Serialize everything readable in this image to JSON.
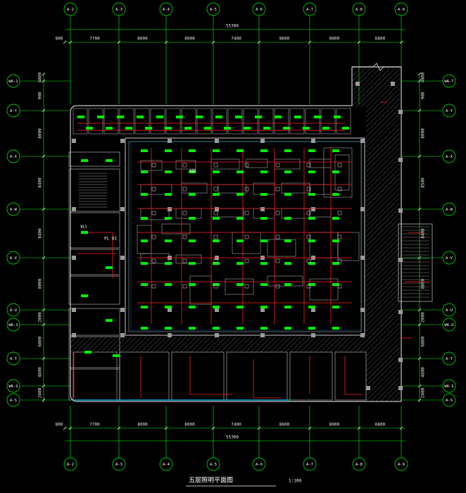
{
  "colors": {
    "background": "#000000",
    "axis_line": "#00ff00",
    "wall": "#c8c8c8",
    "red_circuit": "#ff2020",
    "fixture": "#00ee00",
    "column": "#9a9a9a",
    "hatch": "#6e6e6e",
    "cyan_line": "#00c8ff"
  },
  "top_axes": [
    "A-2",
    "A-3",
    "A-4",
    "A-5",
    "A-6",
    "A-7",
    "A-8",
    "A-9"
  ],
  "bottom_axes": [
    "A-2",
    "A-3",
    "A-4",
    "A-5",
    "A-6",
    "A-7",
    "A-8",
    "A-9"
  ],
  "left_axes": [
    "WA-1",
    "A-Y",
    "A-X",
    "A-W",
    "A-V",
    "A-U",
    "WA-1",
    "A-T",
    "WA-S",
    "A-S"
  ],
  "right_axes": [
    "WA-T",
    "A-Y",
    "A-X",
    "A-W",
    "A-V",
    "A-U",
    "WA-U",
    "A-T",
    "WA-S",
    "A-S"
  ],
  "top_dims": {
    "total": "55300",
    "segments": [
      "800",
      "7700",
      "8000",
      "8000",
      "7400",
      "8600",
      "8000",
      "6800"
    ]
  },
  "bottom_dims": {
    "total": "55300",
    "segments": [
      "800",
      "7700",
      "8000",
      "8000",
      "7400",
      "8600",
      "8000",
      "6800"
    ]
  },
  "left_dims": [
    "4800",
    "900",
    "8000",
    "8400",
    "8400",
    "8000",
    "2000",
    "6800",
    "4800",
    "2400"
  ],
  "right_dims": [
    "4800",
    "900",
    "8000",
    "8500",
    "8400",
    "8000",
    "2000",
    "6800",
    "4800",
    "2400"
  ],
  "drawing_title": "五层照明平面图",
  "scale": "1:100",
  "room_labels": [
    "PL  OI",
    "WLS",
    "KBD"
  ]
}
